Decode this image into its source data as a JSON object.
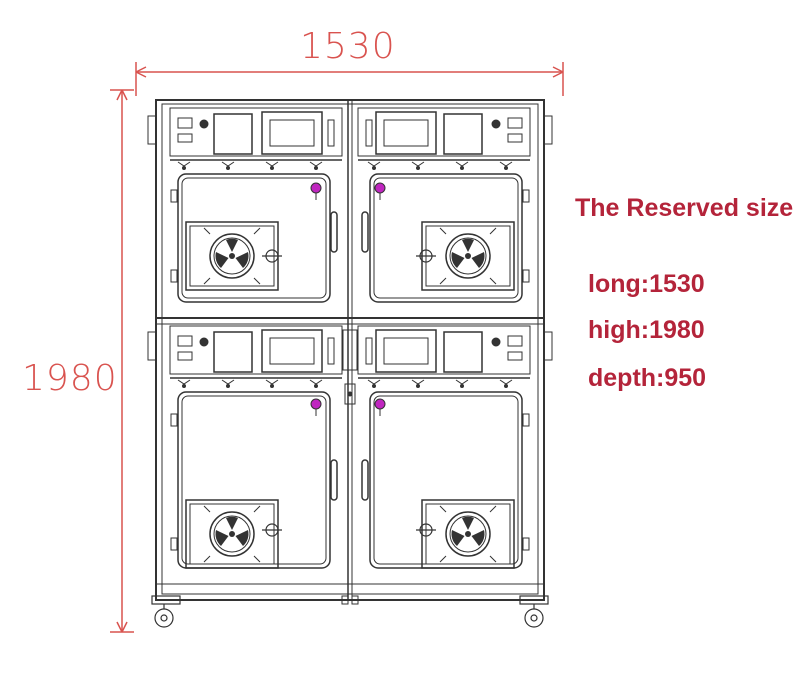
{
  "dimensions": {
    "width_label": "1530",
    "height_label": "1980"
  },
  "specs": {
    "title": "The Reserved size",
    "long": "long:1530",
    "high": "high:1980",
    "depth": "depth:950"
  },
  "colors": {
    "dimension_line": "#d9534f",
    "spec_text": "#b4243a",
    "drawing_line": "#333333",
    "knob": "#c026c0"
  }
}
